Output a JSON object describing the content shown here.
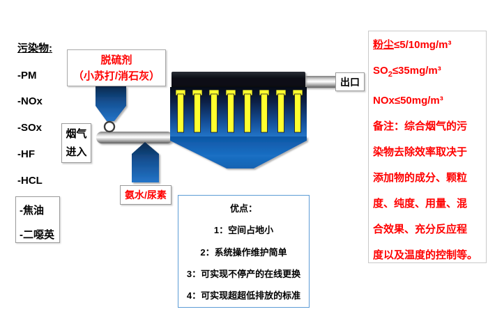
{
  "colors": {
    "red_text": "#FF0000",
    "shape_blue_dark": "#0a2a4e",
    "shape_blue": "#1e6fc0",
    "bag_yellow": "#FFFF2E",
    "advantages_border": "#5B9BD5",
    "pipe_gray": "#C9C9C9"
  },
  "pollutants": {
    "title": "污染物:",
    "items": [
      "-PM",
      "-NOx",
      "-SOx",
      "-HF",
      "-HCL"
    ],
    "boxed_items": [
      "-焦油",
      "-二噁英"
    ]
  },
  "labels": {
    "desulfurizer_line1": "脱硫剂",
    "desulfurizer_line2": "（小苏打/消石灰）",
    "flue_gas_line1": "烟气",
    "flue_gas_line2": "进入",
    "ammonia": "氨水/尿素",
    "outlet": "出口"
  },
  "advantages": {
    "title": "优点：",
    "items": [
      "1：空间占地小",
      "2：系统操作维护简单",
      "3：可实现不停产的在线更换",
      "4：可实现超超低排放的标准"
    ]
  },
  "emission_panel": {
    "dust_label": "粉尘",
    "dust_rest": "≤5/10mg/m³",
    "so2_prefix": "SO",
    "so2_sub": "2",
    "so2_rest": "≤35mg/m³",
    "nox": "NOx≤50mg/m³",
    "note_lines": [
      "备注：综合烟气的污",
      "染物去除效率取决于",
      "添加物的成分、颗粒",
      "度、纯度、用量、混",
      "合效果、充分反应程",
      "度以及温度的控制等。"
    ]
  }
}
